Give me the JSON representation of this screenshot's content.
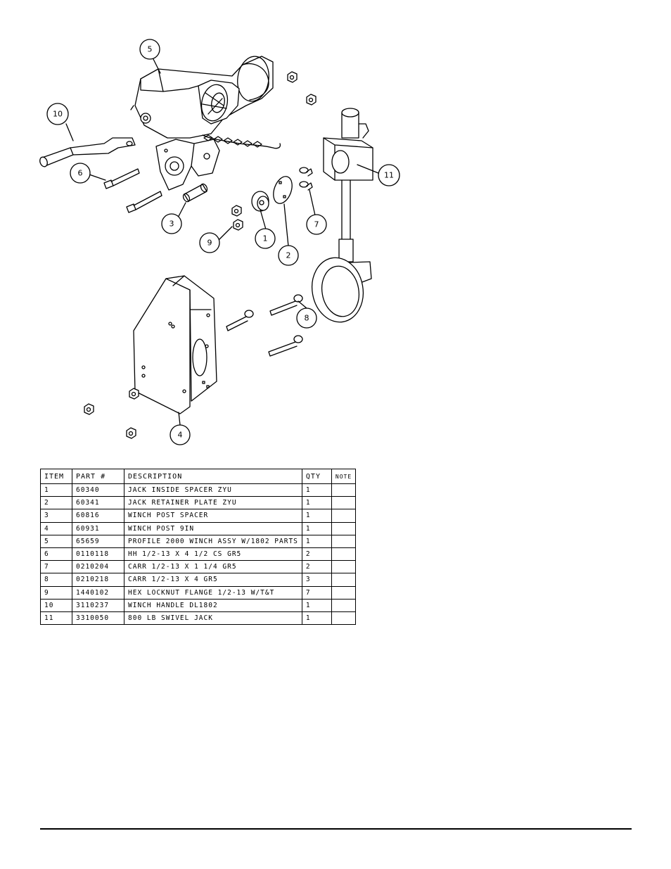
{
  "callouts": [
    "1",
    "2",
    "3",
    "4",
    "5",
    "6",
    "7",
    "8",
    "9",
    "10",
    "11"
  ],
  "table": {
    "headers": {
      "item": "ITEM",
      "part": "PART #",
      "description": "DESCRIPTION",
      "qty": "QTY",
      "note": "NOTE"
    },
    "rows": [
      {
        "item": "1",
        "part": "60340",
        "description": "JACK INSIDE SPACER ZYU",
        "qty": "1",
        "note": ""
      },
      {
        "item": "2",
        "part": "60341",
        "description": "JACK RETAINER PLATE ZYU",
        "qty": "1",
        "note": ""
      },
      {
        "item": "3",
        "part": "60816",
        "description": "WINCH POST SPACER",
        "qty": "1",
        "note": ""
      },
      {
        "item": "4",
        "part": "60931",
        "description": "WINCH POST 9IN",
        "qty": "1",
        "note": ""
      },
      {
        "item": "5",
        "part": "65659",
        "description": "PROFILE 2000 WINCH ASSY W/1802 PARTS",
        "qty": "1",
        "note": ""
      },
      {
        "item": "6",
        "part": "0110118",
        "description": "HH 1/2-13 X 4 1/2 CS GR5",
        "qty": "2",
        "note": ""
      },
      {
        "item": "7",
        "part": "0210204",
        "description": "CARR 1/2-13 X 1 1/4 GR5",
        "qty": "2",
        "note": ""
      },
      {
        "item": "8",
        "part": "0210218",
        "description": "CARR 1/2-13 X 4 GR5",
        "qty": "3",
        "note": ""
      },
      {
        "item": "9",
        "part": "1440102",
        "description": "HEX LOCKNUT FLANGE 1/2-13 W/T&T",
        "qty": "7",
        "note": ""
      },
      {
        "item": "10",
        "part": "3110237",
        "description": "WINCH HANDLE  DL1802",
        "qty": "1",
        "note": ""
      },
      {
        "item": "11",
        "part": "3310050",
        "description": "800 LB SWIVEL JACK",
        "qty": "1",
        "note": ""
      }
    ]
  }
}
